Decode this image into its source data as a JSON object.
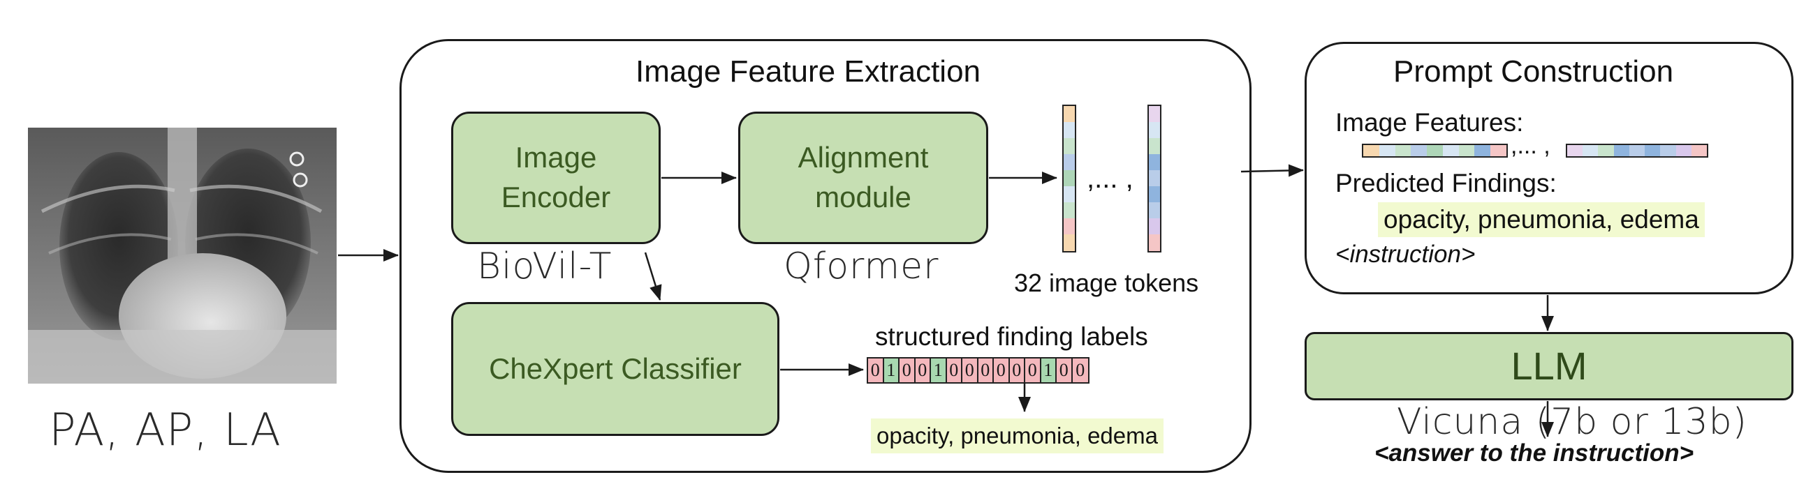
{
  "xray": {
    "views_label": "PA, AP, LA"
  },
  "feature_panel": {
    "title": "Image Feature Extraction",
    "encoder_label": "Image\nEncoder",
    "encoder_caption": "BioVil-T",
    "alignment_label": "Alignment\nmodule",
    "alignment_caption": "Qformer",
    "token_ellipsis": ",... ,",
    "tokens_caption": "32 image tokens",
    "classifier_label": "CheXpert Classifier",
    "labels_title": "structured finding labels",
    "label_bits": [
      "0",
      "1",
      "0",
      "0",
      "1",
      "0",
      "0",
      "0",
      "0",
      "0",
      "0",
      "1",
      "0",
      "0"
    ],
    "findings_text": "opacity, pneumonia, edema"
  },
  "prompt_panel": {
    "title": "Prompt Construction",
    "image_features_label": "Image Features:",
    "features_ellipsis": ",... ,",
    "predicted_findings_label": "Predicted Findings:",
    "findings_text": "opacity, pneumonia, edema",
    "instruction_text": "<instruction>"
  },
  "llm": {
    "label": "LLM",
    "caption": "Vicuna (7b or 13b)",
    "answer_text": "<answer to the instruction>"
  },
  "colors": {
    "box_fill": "#c6dfb3",
    "box_text": "#3b5a22",
    "label_zero_fill": "#f4b8bd",
    "label_one_fill": "#a8d8b0",
    "highlight": "#f2fad0",
    "token_palette": [
      "#f7d8b0",
      "#d7e6f3",
      "#c9e4cd",
      "#b9cde9",
      "#aed6b8",
      "#8fb4de",
      "#d9c8ec",
      "#e8d6ee",
      "#f5c6c6"
    ]
  },
  "icons": [
    "xray-image",
    "arrow-icon"
  ]
}
